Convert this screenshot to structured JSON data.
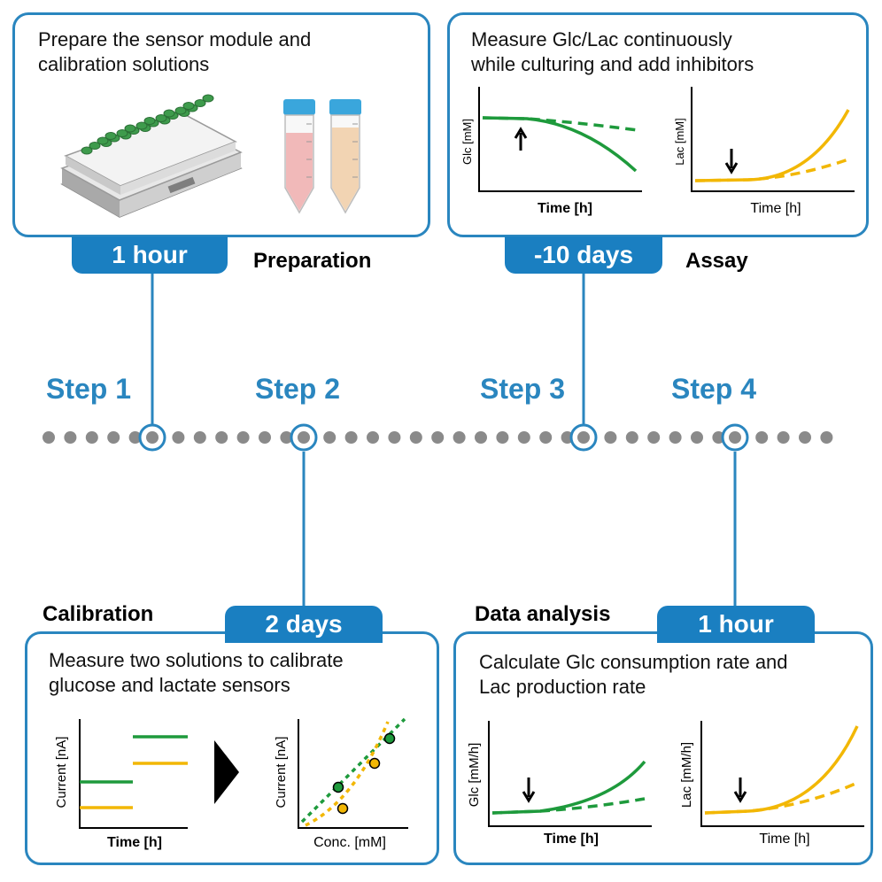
{
  "steps": [
    "Step 1",
    "Step 2",
    "Step 3",
    "Step 4"
  ],
  "preparation": {
    "text_line1": "Prepare the sensor module and",
    "text_line2": "calibration solutions",
    "duration": "1 hour",
    "phase": "Preparation"
  },
  "assay": {
    "text_line1": "Measure Glc/Lac continuously",
    "text_line2": "while culturing and add inhibitors",
    "duration": "-10 days",
    "phase": "Assay",
    "chart_glc": {
      "ylabel": "Glc [mM]",
      "xlabel": "Time [h]"
    },
    "chart_lac": {
      "ylabel": "Lac [mM]",
      "xlabel": "Time [h]"
    }
  },
  "calibration": {
    "text_line1": "Measure two solutions to calibrate",
    "text_line2": "glucose and lactate sensors",
    "duration": "2 days",
    "phase": "Calibration",
    "chart_time": {
      "ylabel": "Current [nA]",
      "xlabel": "Time [h]"
    },
    "chart_conc": {
      "ylabel": "Current [nA]",
      "xlabel": "Conc. [mM]"
    }
  },
  "analysis": {
    "text_line1": "Calculate Glc consumption rate and",
    "text_line2": "Lac production rate",
    "duration": "1 hour",
    "phase": "Data analysis",
    "chart_glc": {
      "ylabel": "Glc [mM/h]",
      "xlabel": "Time [h]"
    },
    "chart_lac": {
      "ylabel": "Lac [mM/h]",
      "xlabel": "Time [h]"
    }
  },
  "colors": {
    "blue": "#2a86bf",
    "tab": "#1a7fc1",
    "green": "#1e9a3c",
    "yellow": "#f2b705",
    "dot": "#8a8a8a"
  }
}
